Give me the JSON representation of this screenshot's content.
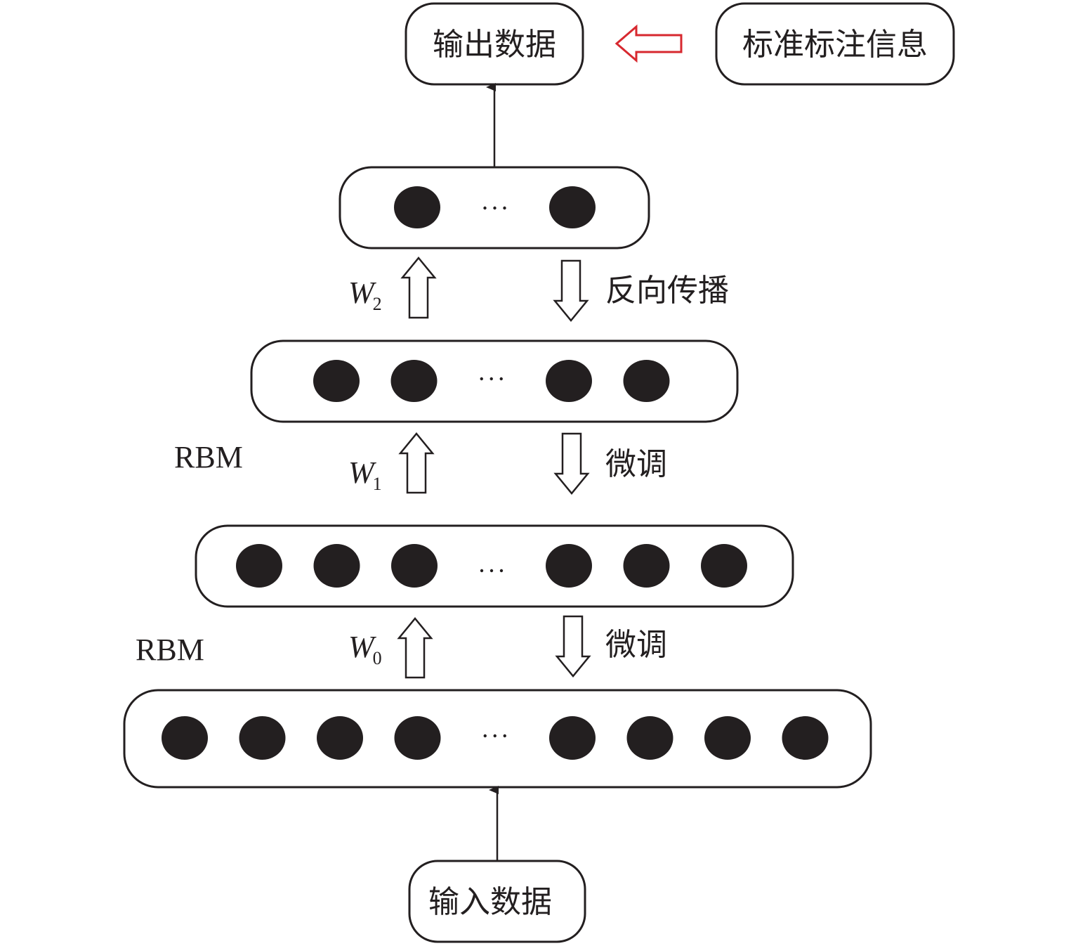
{
  "diagram": {
    "output_box": {
      "label": "输出数据"
    },
    "label_box": {
      "label": "标准标注信息"
    },
    "input_box": {
      "label": "输入数据"
    },
    "supervision_arrow": {
      "color": "#d7282f",
      "direction": "left"
    },
    "layers": [
      {
        "name": "input-layer",
        "left_nodes": 4,
        "right_nodes": 4,
        "ellipsis": "···"
      },
      {
        "name": "hidden-layer-1",
        "left_nodes": 3,
        "right_nodes": 3,
        "ellipsis": "···"
      },
      {
        "name": "hidden-layer-2",
        "left_nodes": 2,
        "right_nodes": 2,
        "ellipsis": "···"
      },
      {
        "name": "top-layer",
        "left_nodes": 1,
        "right_nodes": 1,
        "ellipsis": "···"
      }
    ],
    "connections": [
      {
        "weight": "W",
        "subscript": "0",
        "rbm_label": "RBM",
        "down_label": "微调"
      },
      {
        "weight": "W",
        "subscript": "1",
        "rbm_label": "RBM",
        "down_label": "微调"
      },
      {
        "weight": "W",
        "subscript": "2",
        "rbm_label": "",
        "down_label": "反向传播"
      }
    ],
    "colors": {
      "stroke": "#231f20",
      "node": "#231f20",
      "background": "#ffffff"
    }
  }
}
